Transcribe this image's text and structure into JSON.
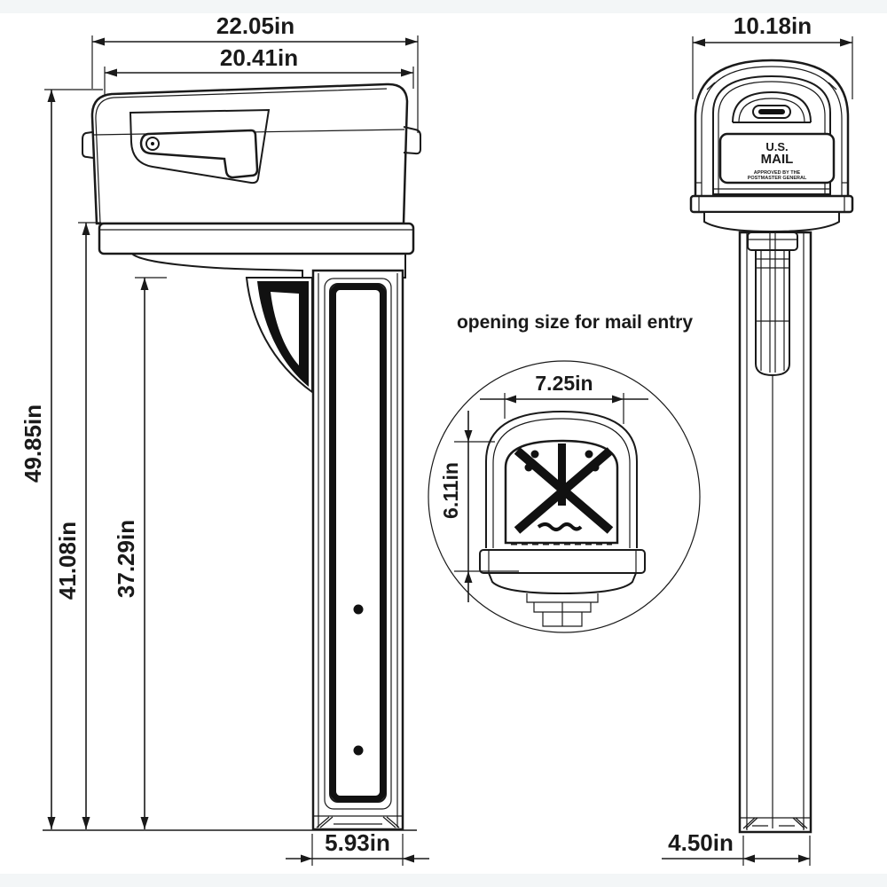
{
  "detail": {
    "label": "opening size for mail entry",
    "opening_width": "7.25in",
    "opening_height": "6.11in"
  },
  "side_view": {
    "overall_width": "22.05in",
    "box_width": "20.41in",
    "overall_height": "49.85in",
    "post_top_height": "41.08in",
    "bracket_bottom_height": "37.29in",
    "post_depth": "5.93in"
  },
  "front_view": {
    "overall_width": "10.18in",
    "post_width": "4.50in",
    "plate_line1": "U.S.",
    "plate_line2": "MAIL",
    "plate_small1": "APPROVED BY THE",
    "plate_small2": "POSTMASTER GENERAL"
  },
  "colors": {
    "line": "#1a1a1a",
    "background": "#ffffff",
    "edge_band": "#f3f6f7"
  }
}
